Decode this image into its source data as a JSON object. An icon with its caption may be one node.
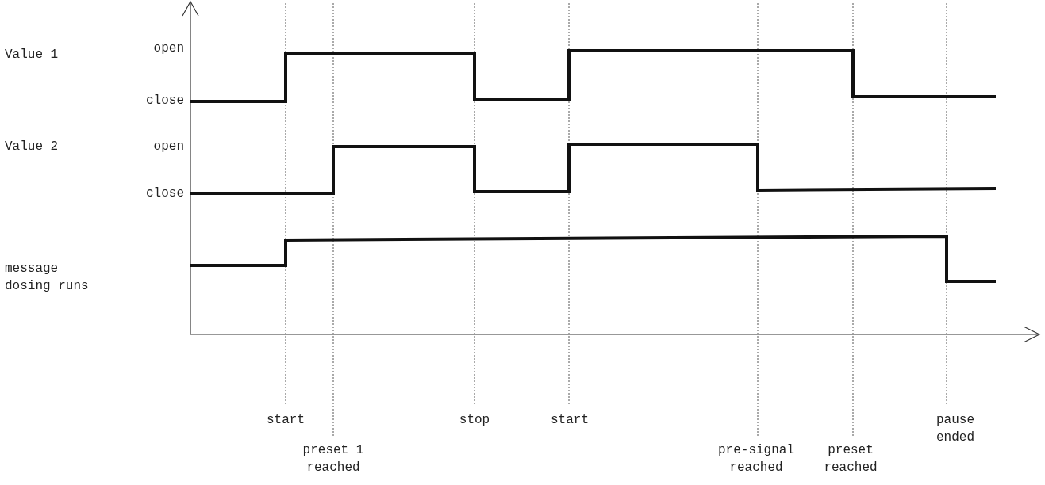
{
  "diagram": {
    "labels": [
      "Value 1",
      "open",
      "close",
      "Value 2",
      "open",
      "close",
      "message dosing runs",
      "start",
      "stop",
      "start",
      "pause ended",
      "preset 1 reached",
      "pre-signal reached",
      "preset reached"
    ]
  }
}
